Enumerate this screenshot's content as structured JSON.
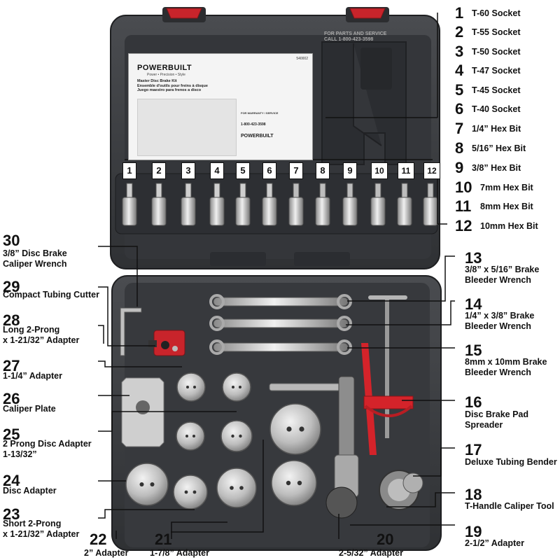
{
  "right_callouts": [
    {
      "num": "1",
      "label": "T-60 Socket"
    },
    {
      "num": "2",
      "label": "T-55 Socket"
    },
    {
      "num": "3",
      "label": "T-50 Socket"
    },
    {
      "num": "4",
      "label": "T-47 Socket"
    },
    {
      "num": "5",
      "label": "T-45 Socket"
    },
    {
      "num": "6",
      "label": "T-40 Socket"
    },
    {
      "num": "7",
      "label": "1/4” Hex Bit"
    },
    {
      "num": "8",
      "label": "5/16” Hex Bit"
    },
    {
      "num": "9",
      "label": "3/8” Hex Bit"
    },
    {
      "num": "10",
      "label": "7mm Hex Bit"
    },
    {
      "num": "11",
      "label": "8mm Hex Bit"
    },
    {
      "num": "12",
      "label": "10mm Hex Bit"
    }
  ],
  "socket_slot_numbers": [
    "1",
    "2",
    "3",
    "4",
    "5",
    "6",
    "7",
    "8",
    "9",
    "10",
    "11",
    "12"
  ],
  "left_callouts": [
    {
      "num": "30",
      "lines": [
        "3/8” Disc Brake",
        "Caliper Wrench"
      ]
    },
    {
      "num": "29",
      "lines": [
        "Compact Tubing Cutter"
      ]
    },
    {
      "num": "28",
      "lines": [
        "Long 2-Prong",
        "x 1-21/32” Adapter"
      ]
    },
    {
      "num": "27",
      "lines": [
        "1-1/4” Adapter"
      ]
    },
    {
      "num": "26",
      "lines": [
        "Caliper Plate"
      ]
    },
    {
      "num": "25",
      "lines": [
        "2 Prong Disc Adapter",
        "1-13/32”"
      ]
    },
    {
      "num": "24",
      "lines": [
        "Disc Adapter"
      ]
    },
    {
      "num": "23",
      "lines": [
        "Short 2-Prong",
        "x 1-21/32” Adapter"
      ]
    }
  ],
  "right_lower_callouts": [
    {
      "num": "13",
      "lines": [
        "3/8” x 5/16” Brake",
        "Bleeder Wrench"
      ]
    },
    {
      "num": "14",
      "lines": [
        "1/4” x 3/8” Brake",
        "Bleeder Wrench"
      ]
    },
    {
      "num": "15",
      "lines": [
        "8mm x 10mm Brake",
        "Bleeder Wrench"
      ]
    },
    {
      "num": "16",
      "lines": [
        "Disc Brake Pad",
        "Spreader"
      ]
    },
    {
      "num": "17",
      "lines": [
        "Deluxe Tubing Bender"
      ]
    },
    {
      "num": "18",
      "lines": [
        "T-Handle Caliper Tool"
      ]
    },
    {
      "num": "19",
      "lines": [
        "2-1/2” Adapter"
      ]
    }
  ],
  "bottom_callouts": [
    {
      "num": "22",
      "label": "2” Adapter"
    },
    {
      "num": "21",
      "label": "1-7/8” Adapter"
    },
    {
      "num": "20",
      "label": "2-5/32” Adapter"
    }
  ],
  "label_card": {
    "brand": "POWERBUILT",
    "tagline": "Power • Precision • Style",
    "part_number": "540002",
    "title_lines": [
      "Master Disc Brake Kit",
      "Ensemble d'outils pour freins à disque",
      "Juego maestro para frenos a disco"
    ],
    "warranty": "FOR WARRANTY / SERVICE",
    "phone": "1-800-423-3598",
    "brand_small": "POWERBUILT"
  },
  "service_text": [
    "FOR PARTS AND SERVICE",
    "CALL 1-800-423-3598"
  ],
  "colors": {
    "case": "#3a3c3f",
    "case_inner": "#2a2c2f",
    "latch": "#c8242b",
    "spreader": "#d4232a",
    "adapter_metal": "#c9c9c9"
  }
}
